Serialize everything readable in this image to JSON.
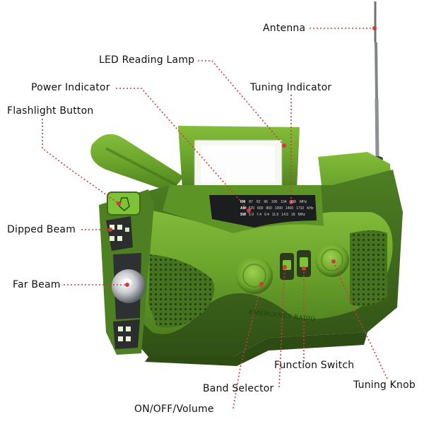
{
  "labels": {
    "antenna": "Antenna",
    "led_reading_lamp": "LED Reading Lamp",
    "power_indicator": "Power Indicator",
    "tuning_indicator": "Tuning Indicator",
    "flashlight_button": "Flashlight Button",
    "dipped_beam": "Dipped Beam",
    "far_beam": "Far Beam",
    "function_switch": "Function Switch",
    "tuning_knob": "Tuning Knob",
    "band_selector": "Band Selector",
    "on_off_volume": "ON/OFF/Volume"
  },
  "device": {
    "brand_text": "EMERGENCY RADIO",
    "dial": {
      "fm": "FM",
      "am": "AM",
      "sw": "SW",
      "fm_scale": [
        "87",
        "92",
        "96",
        "100",
        "104",
        "108",
        "MHz"
      ],
      "am_scale": [
        "520",
        "600",
        "800",
        "1000",
        "1400",
        "1710",
        "KHz"
      ],
      "sw_scale": [
        "5.9",
        "7.4",
        "9.4",
        "11.6",
        "14.5",
        "18",
        "MHz"
      ]
    }
  },
  "colors": {
    "body_green": "#6aa42b",
    "dark_green": "#3f6a1c",
    "leader_red": "#d23a3a",
    "lamp_white": "#f6f6f2"
  }
}
